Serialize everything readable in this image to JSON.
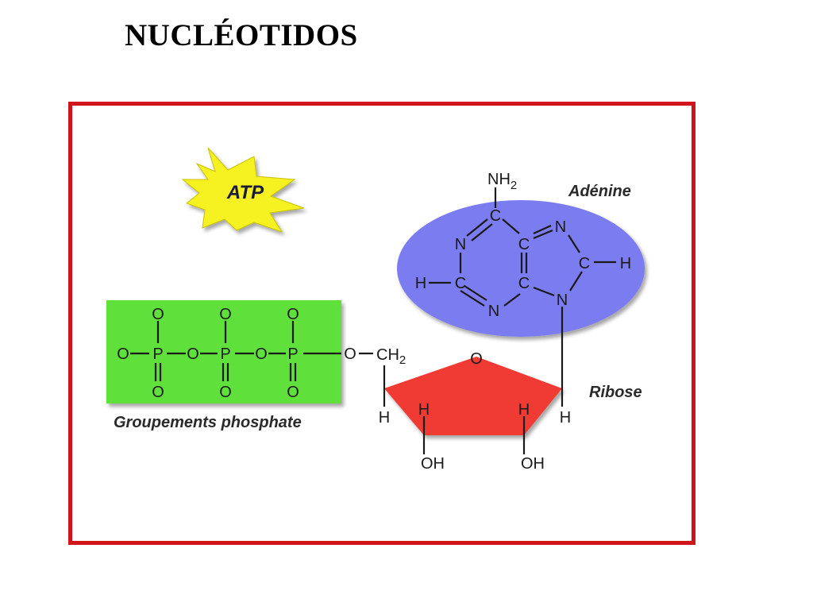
{
  "title": "NUCLÉOTIDOS",
  "labels": {
    "atp": "ATP",
    "adenine": "Adénine",
    "ribose": "Ribose",
    "phosphates": "Groupements phosphate"
  },
  "atoms": {
    "o": "O",
    "p": "P",
    "c": "C",
    "n": "N",
    "h": "H",
    "oh": "OH",
    "nh": "NH",
    "ch": "CH",
    "sub2": "2"
  },
  "colors": {
    "frame": "#d0141c",
    "phosphate_block": "#5fe03a",
    "adenine_ellipse": "#7a7cf0",
    "ribose_ring": "#f03a36",
    "atp_star": "#f6f223"
  }
}
